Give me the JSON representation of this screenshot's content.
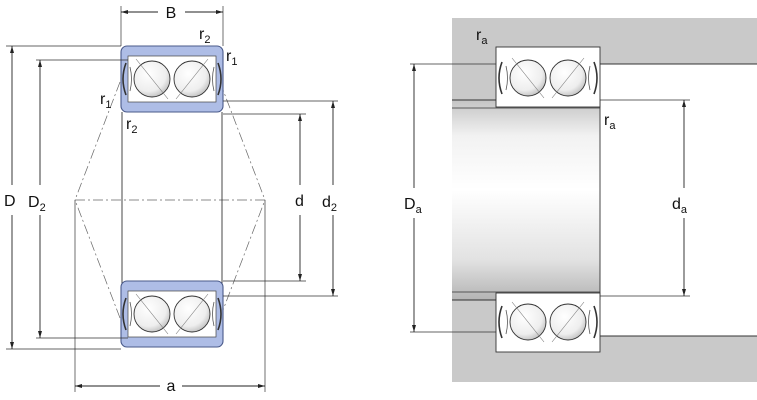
{
  "left_view": {
    "labels": {
      "B": "B",
      "D": "D",
      "D2_main": "D",
      "D2_sub": "2",
      "d": "d",
      "d2_main": "d",
      "d2_sub": "2",
      "a": "a",
      "r1_main": "r",
      "r1_sub": "1",
      "r2_main": "r",
      "r2_sub": "2"
    }
  },
  "right_view": {
    "labels": {
      "ra_main": "r",
      "ra_sub": "a",
      "Da_main": "D",
      "Da_sub": "a",
      "da_main": "d",
      "da_sub": "a"
    }
  },
  "colors": {
    "ring_fill": "#aebde6",
    "ring_stroke": "#4a5a8a",
    "housing_gray": "#c9c9c9",
    "shaft_highlight": "#f5f5f5",
    "shaft_shadow": "#b9b9b9",
    "line": "#222222"
  }
}
